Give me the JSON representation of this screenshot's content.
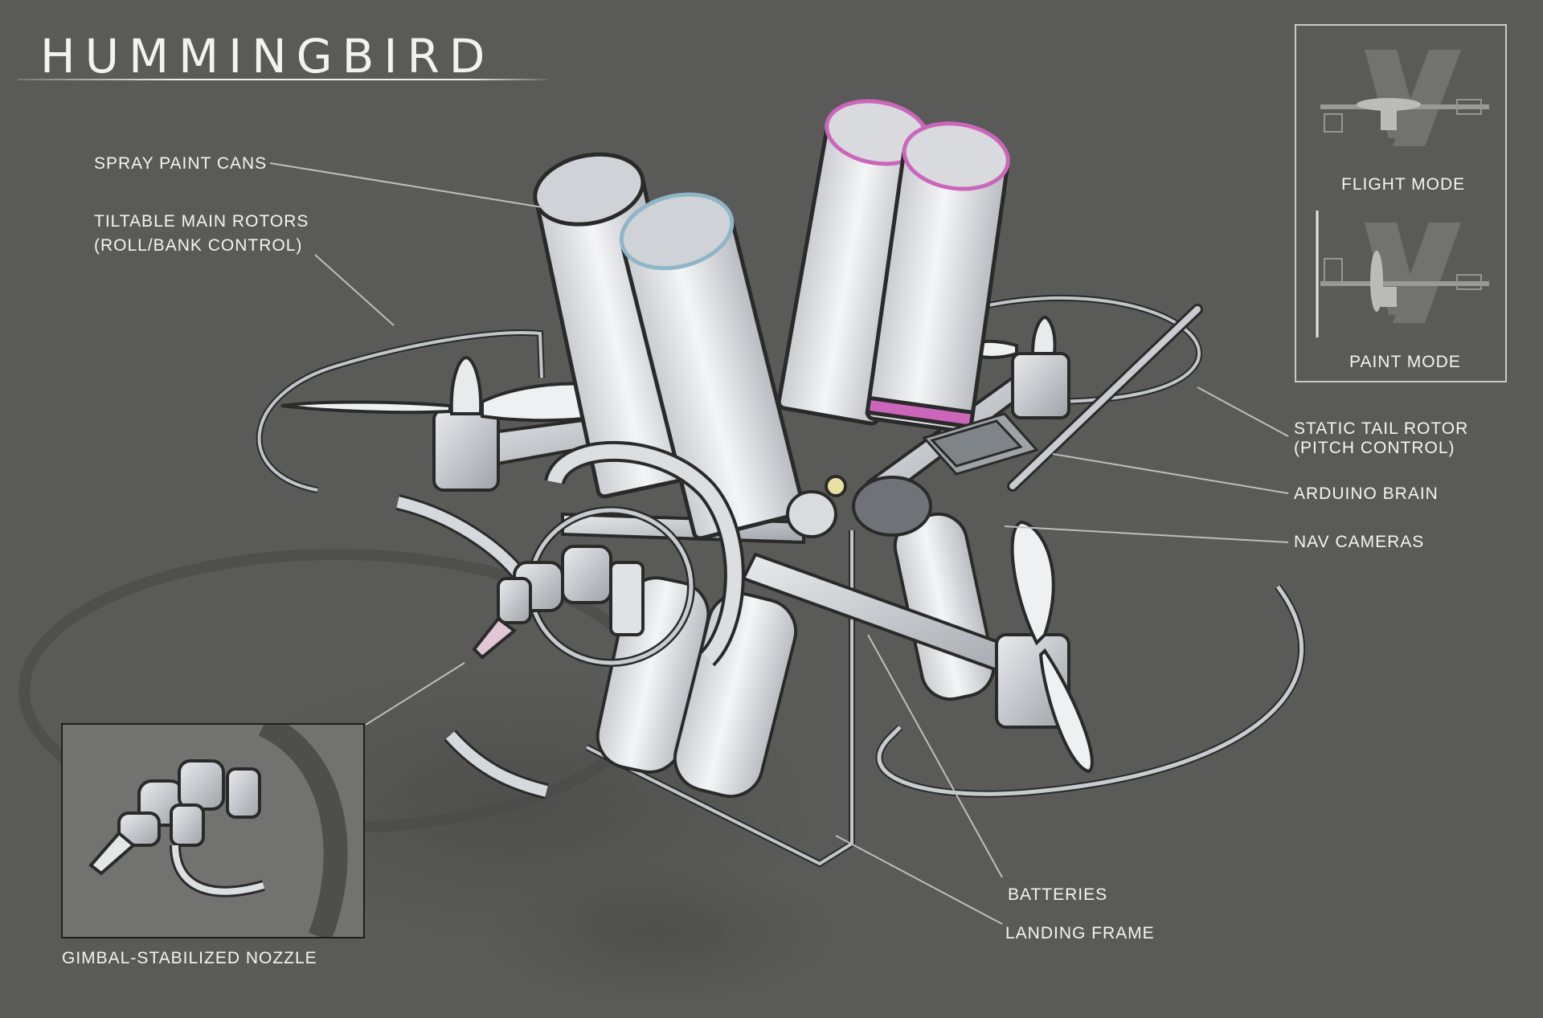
{
  "title": "HUMMINGBIRD",
  "labels": {
    "spray_paint_cans": "SPRAY PAINT CANS",
    "tiltable_main_rotors": "TILTABLE MAIN ROTORS\n(ROLL/BANK CONTROL)",
    "static_tail_rotor": "STATIC TAIL ROTOR\n(PITCH CONTROL)",
    "arduino_brain": "ARDUINO BRAIN",
    "nav_cameras": "NAV CAMERAS",
    "batteries": "BATTERIES",
    "landing_frame": "LANDING FRAME",
    "gimbal_nozzle": "GIMBAL-STABILIZED NOZZLE"
  },
  "modes": {
    "flight": "FLIGHT MODE",
    "paint": "PAINT MODE"
  },
  "colors": {
    "background": "#5a5a58",
    "can_body": "#e6e8ea",
    "can_accent": "#cc66bb",
    "frame": "#b8bcc0",
    "label_text": "#f4f4f2"
  }
}
